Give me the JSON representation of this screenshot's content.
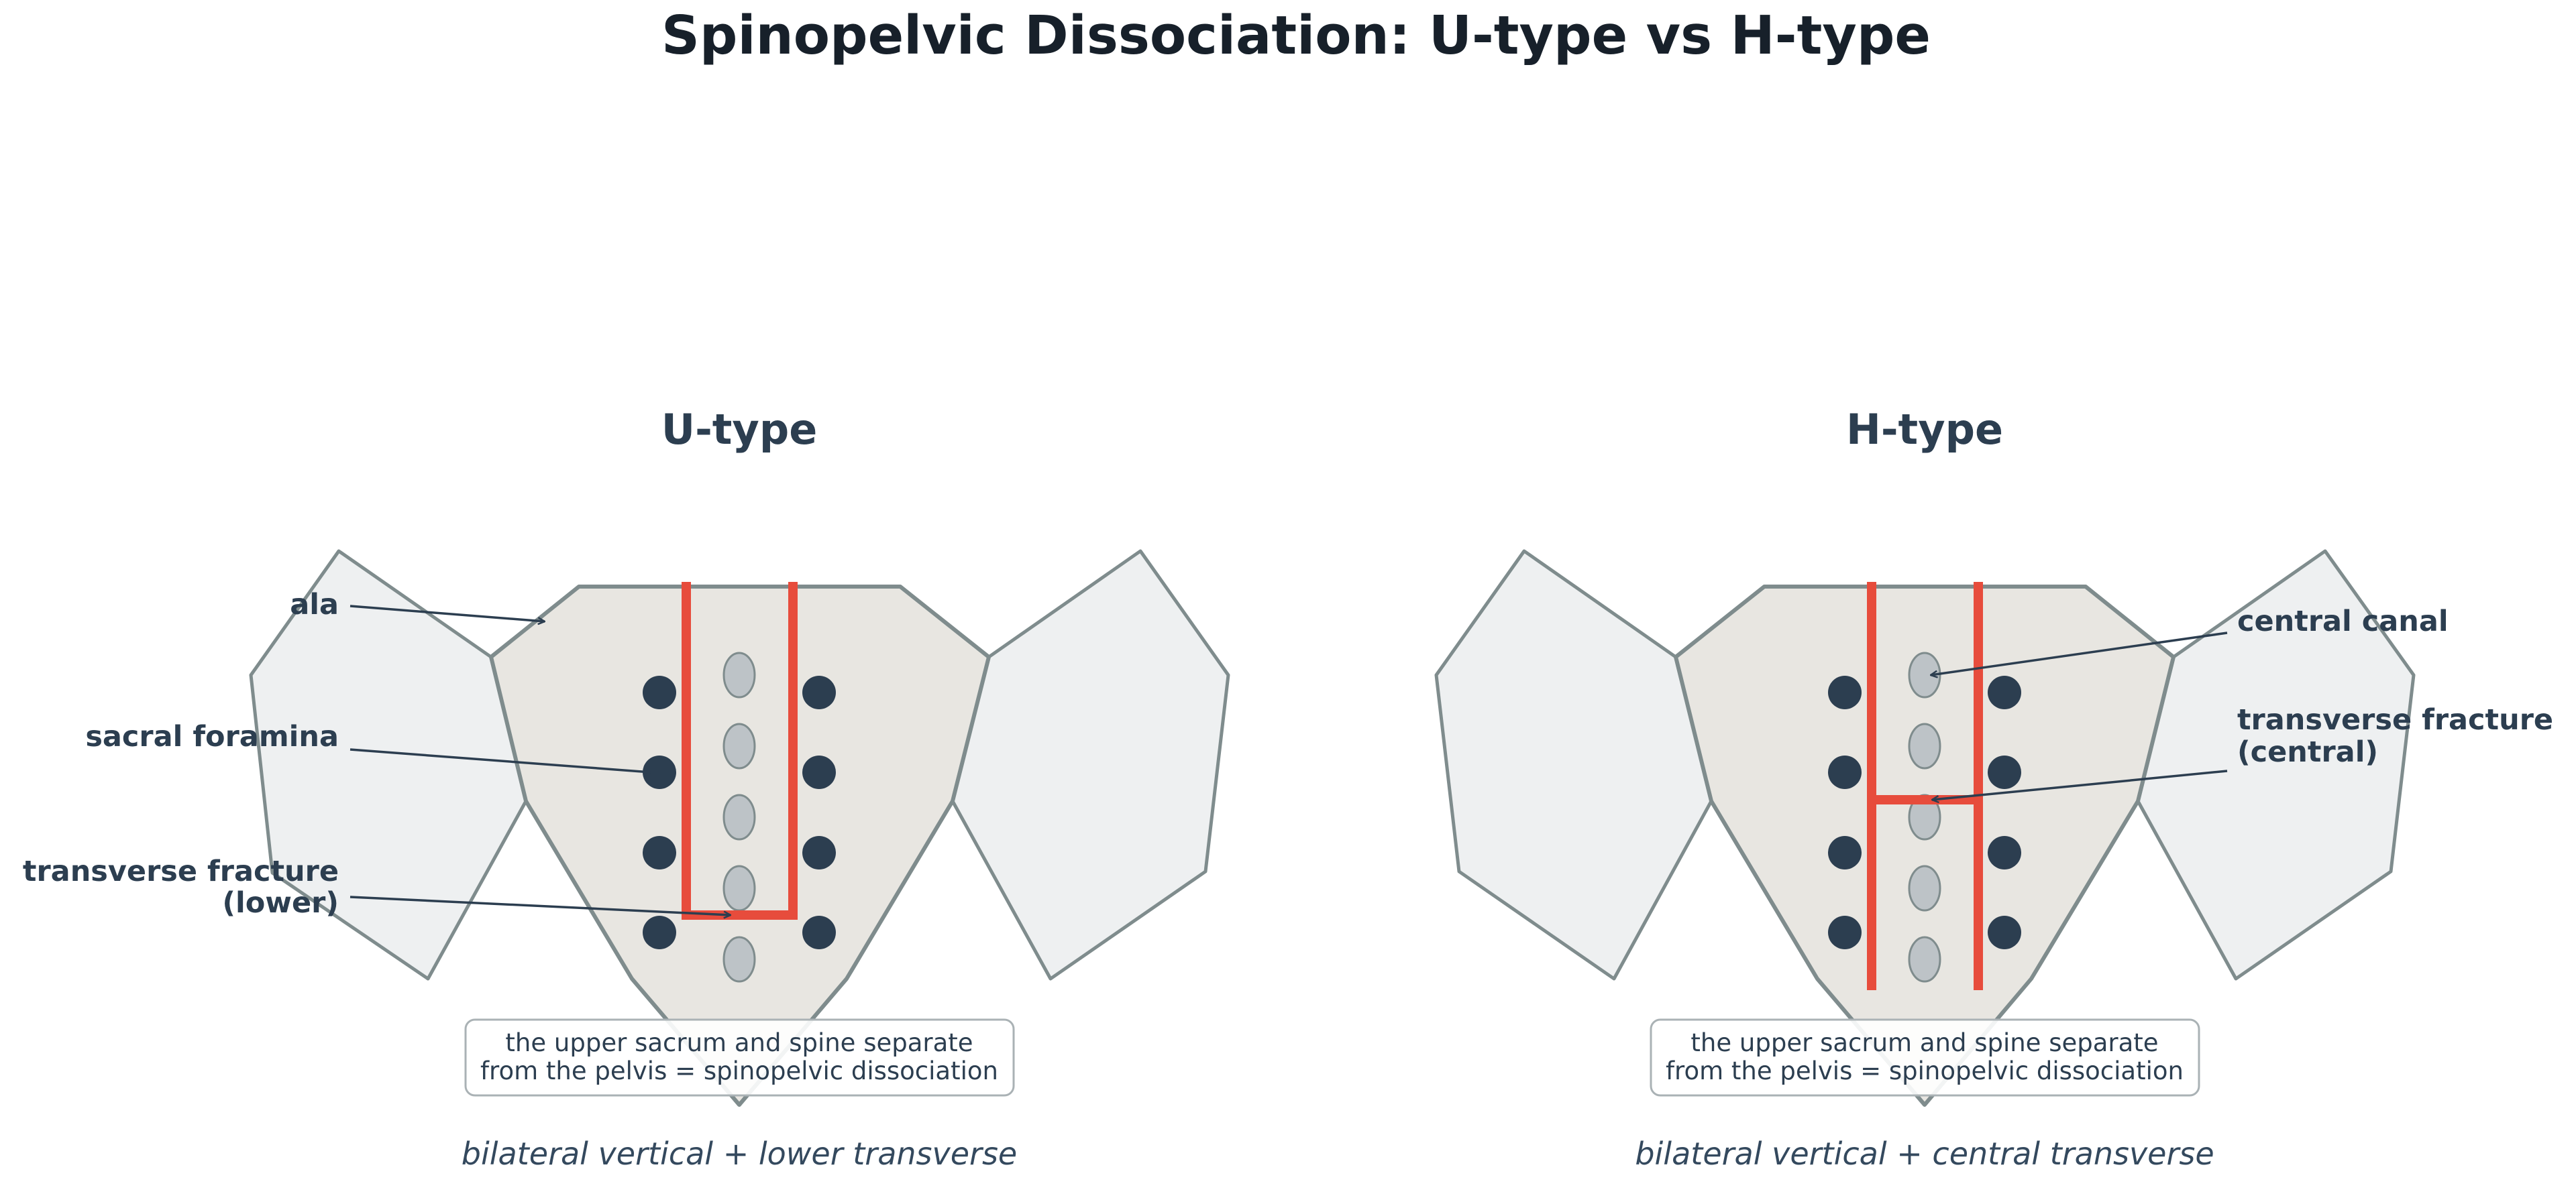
{
  "title": "Spinopelvic Dissociation: U-type vs H-type",
  "colors": {
    "fracture": "#e74c3c",
    "outline": "#7f8c8d",
    "sacrum_fill": "#e8e6e1",
    "ilium_fill": "#eef0f1",
    "foramen": "#2c3e50",
    "canal": "#bdc3c7",
    "text": "#2c3e50"
  },
  "panels": {
    "u": {
      "title": "U-type",
      "labels": {
        "ala": "ala",
        "foramina": "sacral foramina",
        "transverse_line1": "transverse fracture",
        "transverse_line2": "(lower)"
      },
      "note_line1": "the upper sacrum and spine separate",
      "note_line2": "from the pelvis = spinopelvic dissociation",
      "caption": "bilateral vertical + lower transverse"
    },
    "h": {
      "title": "H-type",
      "labels": {
        "canal": "central canal",
        "transverse_line1": "transverse fracture",
        "transverse_line2": "(central)"
      },
      "note_line1": "the upper sacrum and spine separate",
      "note_line2": "from the pelvis = spinopelvic dissociation",
      "caption": "bilateral vertical + central transverse"
    }
  }
}
